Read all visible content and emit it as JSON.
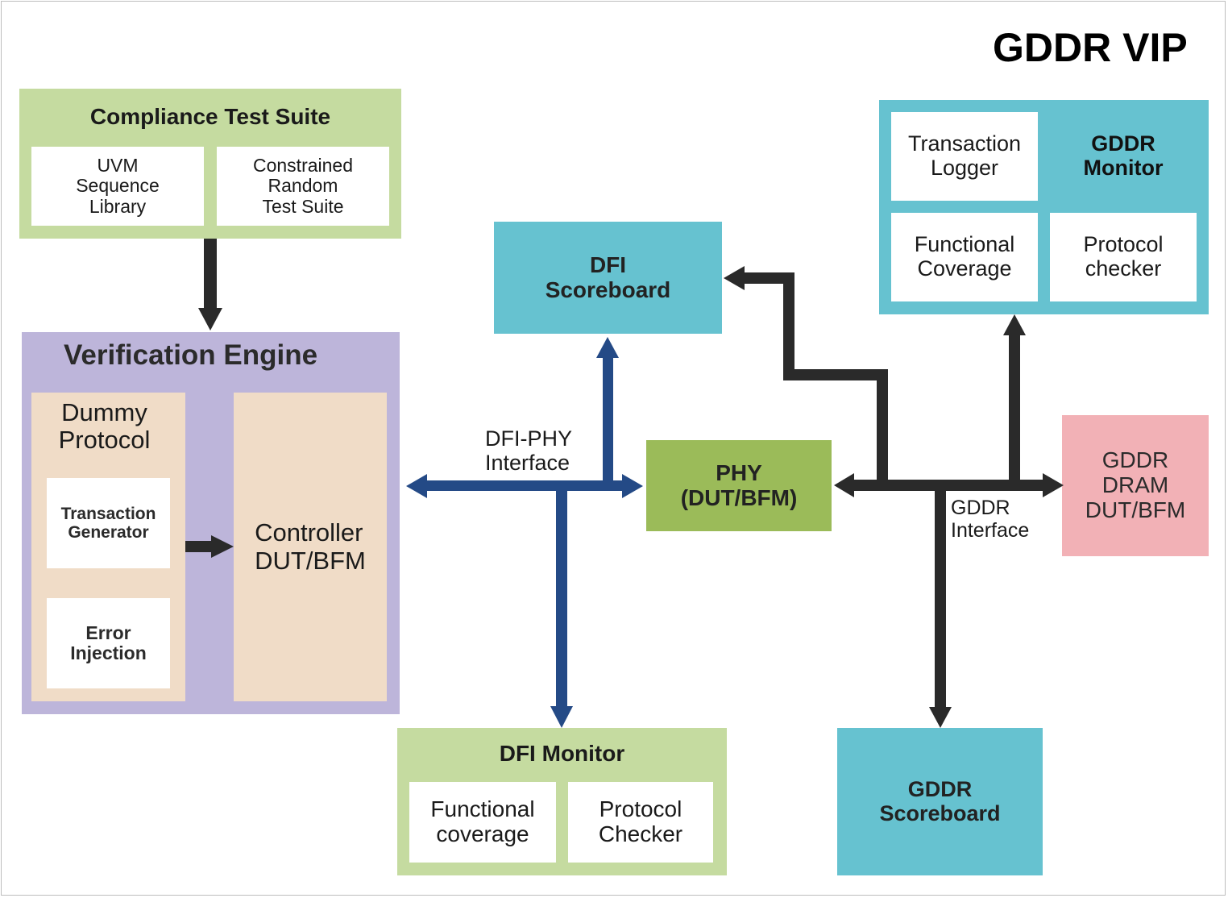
{
  "title": "GDDR VIP",
  "colors": {
    "dfi_interface": "#244a86",
    "gddr_interface": "#2a2a2a",
    "compliance_bg": "#c5dba0",
    "engine_bg": "#bdb5da",
    "engine_inner": "#f0dcc7",
    "scoreboard_bg": "#66c2d0",
    "phy_bg": "#9bbb59",
    "dram_bg": "#f2b1b6"
  },
  "compliance_suite": {
    "title": "Compliance Test Suite",
    "items": [
      "UVM\nSequence\nLibrary",
      "Constrained\nRandom\nTest Suite"
    ]
  },
  "verification_engine": {
    "title": "Verification Engine",
    "dummy_protocol": {
      "title": "Dummy\nProtocol",
      "items": [
        "Transaction\nGenerator",
        "Error\nInjection"
      ]
    },
    "controller": "Controller\nDUT/BFM"
  },
  "dfi_scoreboard": "DFI\nScoreboard",
  "dfi_phy_interface": "DFI-PHY\nInterface",
  "phy": "PHY\n(DUT/BFM)",
  "gddr_monitor": {
    "title": "GDDR\nMonitor",
    "items": [
      "Transaction\nLogger",
      "Functional\nCoverage",
      "Protocol\nchecker"
    ]
  },
  "gddr_interface": "GDDR\nInterface",
  "gddr_dram": "GDDR\nDRAM\nDUT/BFM",
  "dfi_monitor": {
    "title": "DFI Monitor",
    "items": [
      "Functional\ncoverage",
      "Protocol\nChecker"
    ]
  },
  "gddr_scoreboard": "GDDR\nScoreboard"
}
